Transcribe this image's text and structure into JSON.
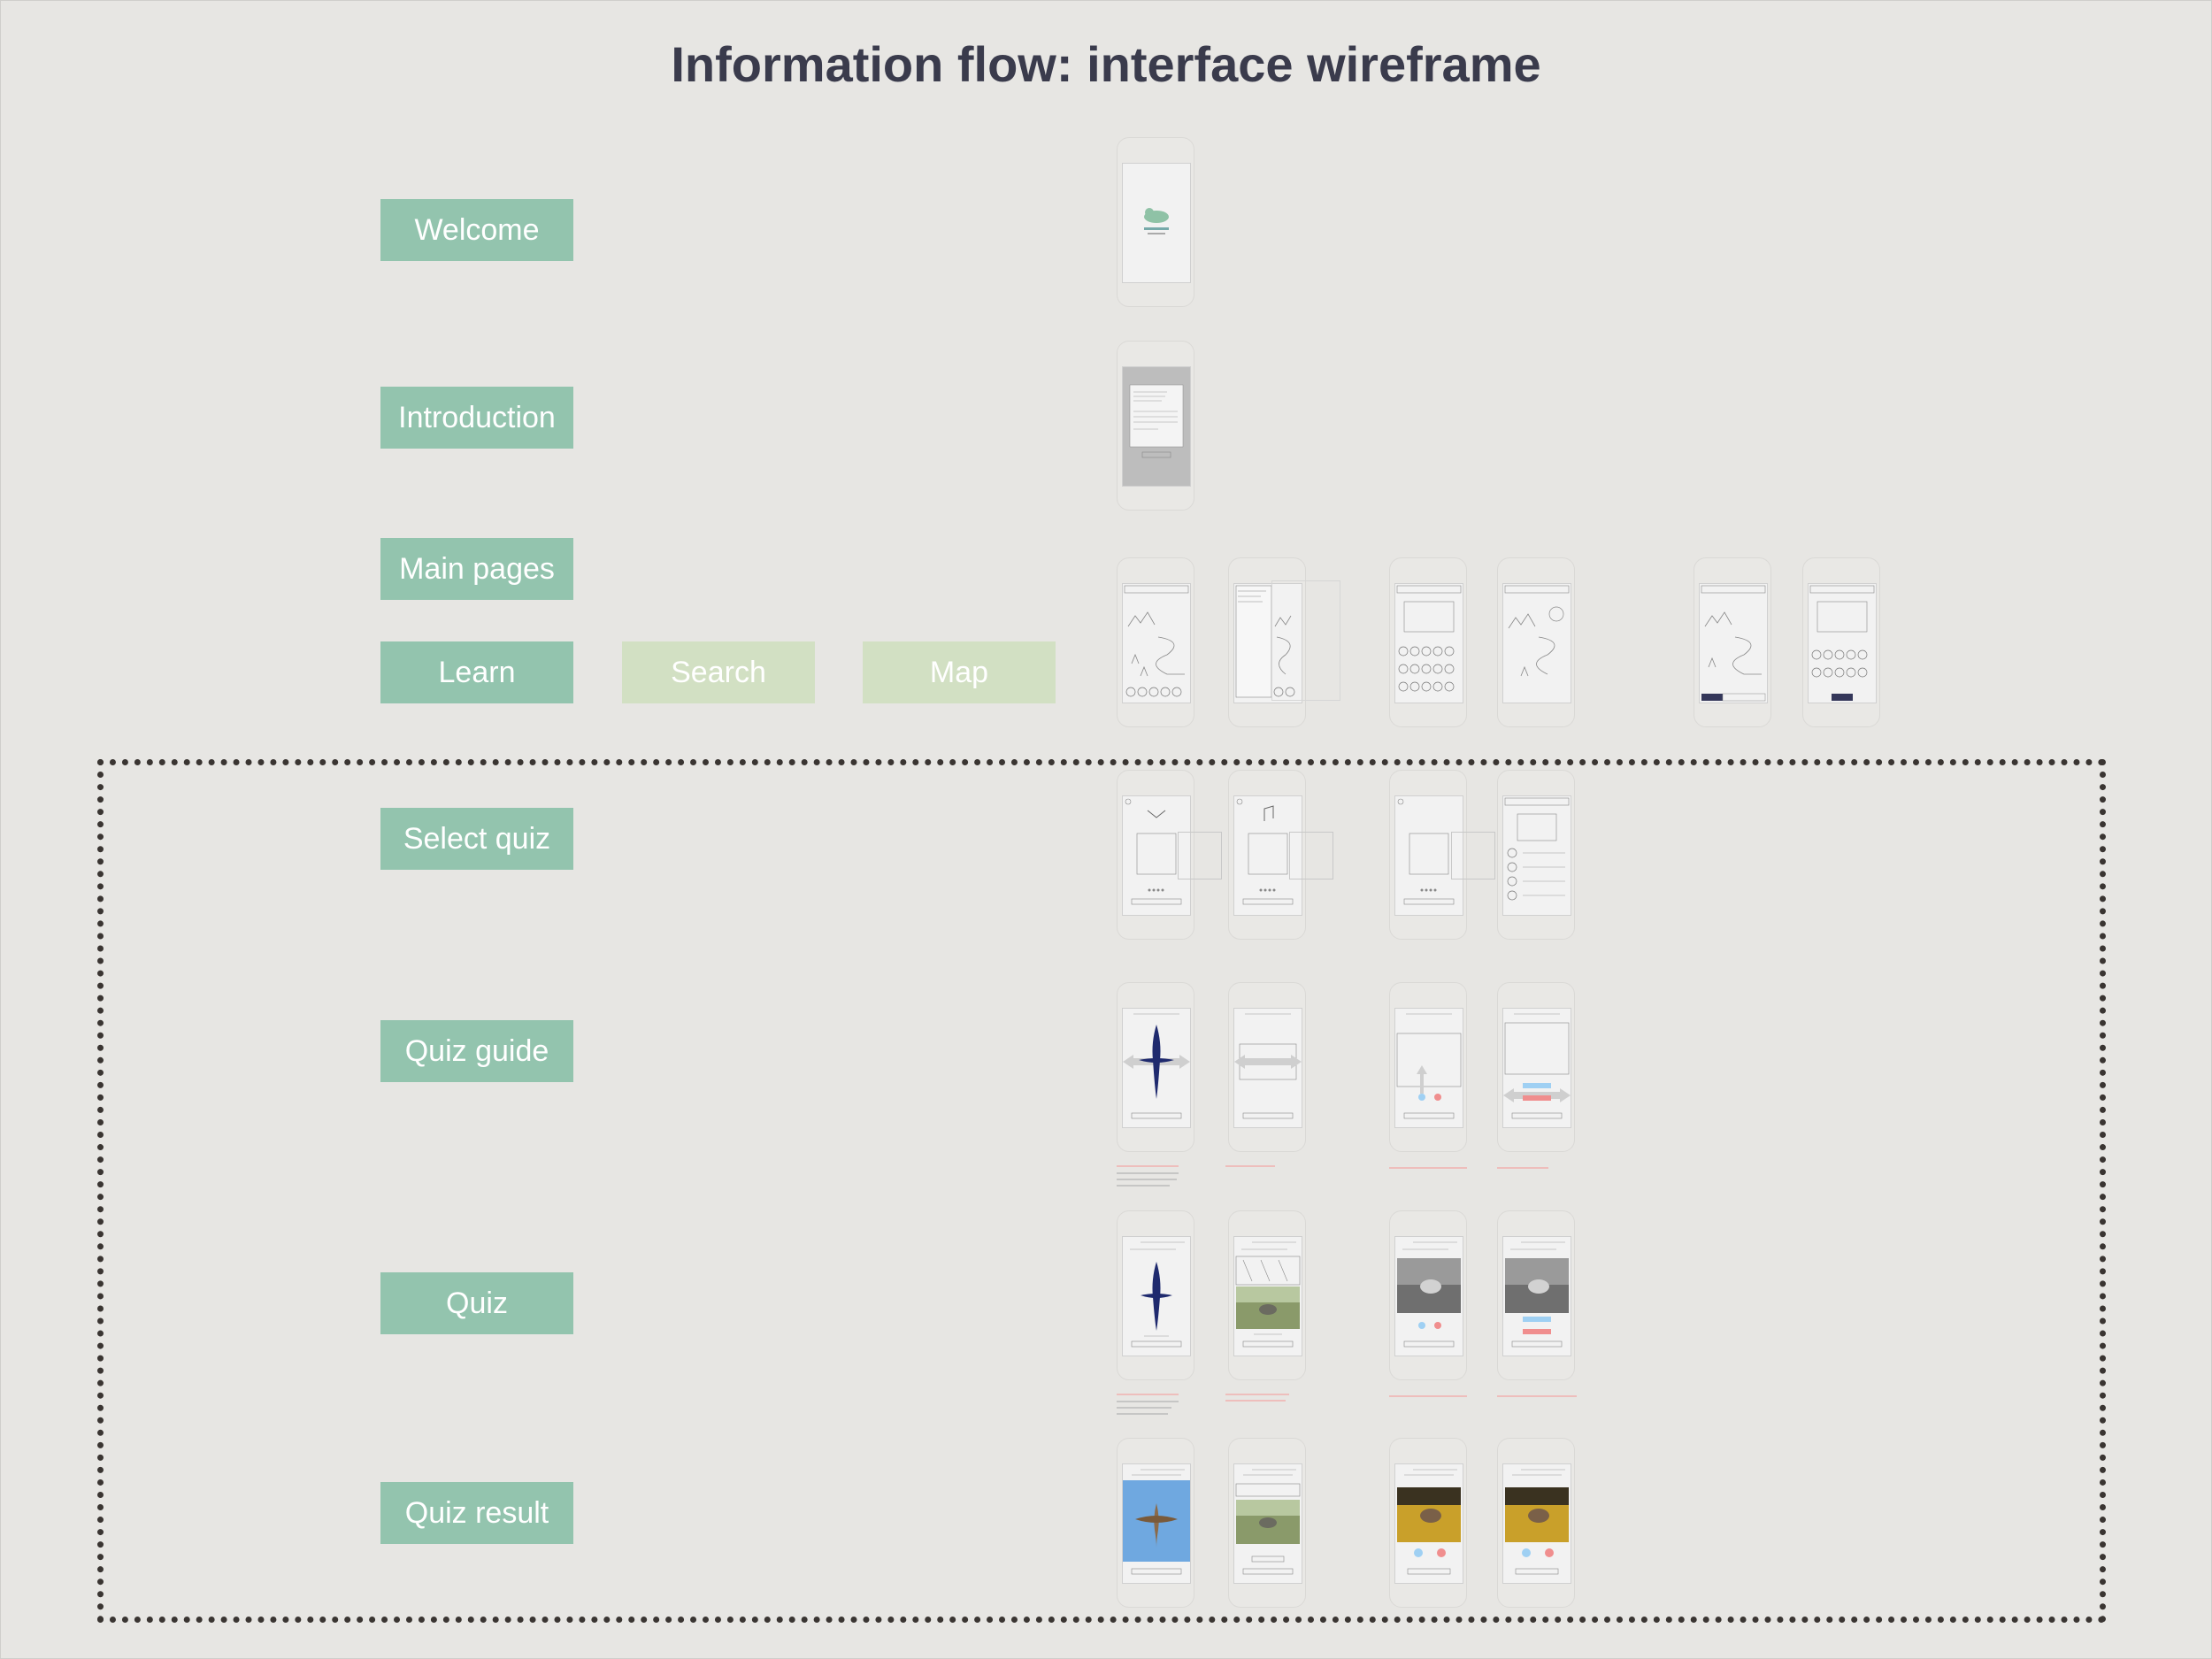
{
  "title": "Information flow: interface wireframe",
  "labels": {
    "welcome": "Welcome",
    "introduction": "Introduction",
    "main_pages": "Main pages",
    "learn": "Learn",
    "search": "Search",
    "map": "Map",
    "select_quiz": "Select quiz",
    "quiz_guide": "Quiz guide",
    "quiz": "Quiz",
    "quiz_result": "Quiz result"
  },
  "colors": {
    "label": "#93c4ae",
    "label_light": "#d2e0c3",
    "title": "#3a3b4c",
    "background": "#e7e6e3",
    "silhouette": "#1f2a6e",
    "answer_blue": "#9fd0f3",
    "answer_red": "#f08e8e"
  }
}
